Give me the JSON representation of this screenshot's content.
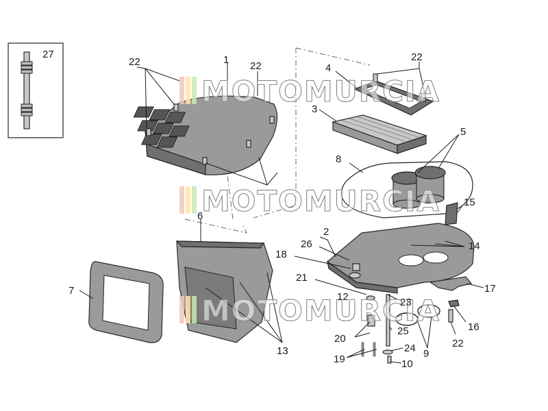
{
  "watermark": {
    "text": "MOTOMURCIA",
    "colors": [
      "#f4c7b5",
      "#fde9a0",
      "#c9e7b9"
    ]
  },
  "callouts": {
    "c1": "1",
    "c2": "2",
    "c3": "3",
    "c4": "4",
    "c5": "5",
    "c6": "6",
    "c7": "7",
    "c8": "8",
    "c9": "9",
    "c10": "10",
    "c12": "12",
    "c13": "13",
    "c14": "14",
    "c15": "15",
    "c16": "16",
    "c17": "17",
    "c18": "18",
    "c19": "19",
    "c20": "20",
    "c21": "21",
    "c22a": "22",
    "c22b": "22",
    "c22c": "22",
    "c22d": "22",
    "c23": "23",
    "c24": "24",
    "c25": "25",
    "c26": "26",
    "c27": "27"
  }
}
